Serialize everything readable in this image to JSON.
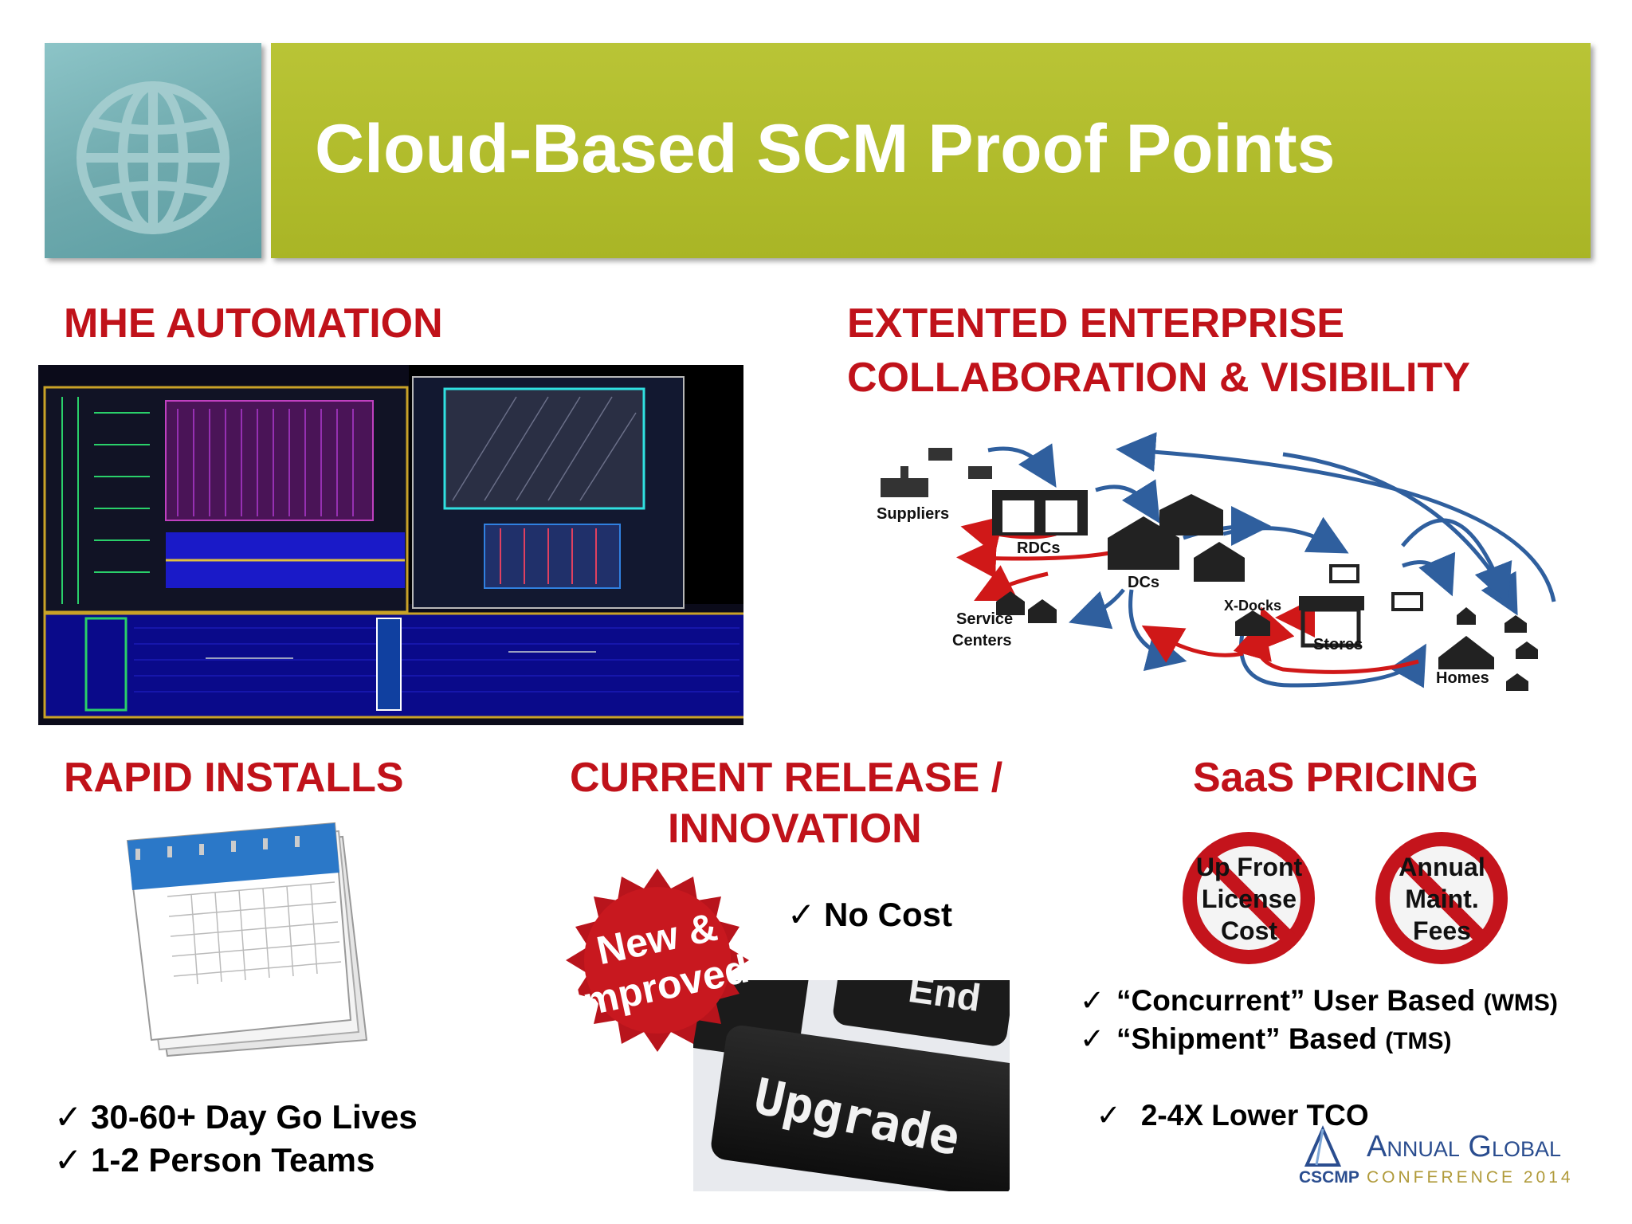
{
  "header": {
    "title": "Cloud-Based SCM Proof Points"
  },
  "sections": {
    "mhe": {
      "title": "MHE AUTOMATION"
    },
    "extended": {
      "title_line1": "EXTENTED ENTERPRISE",
      "title_line2": "COLLABORATION & VISIBILITY"
    },
    "rapid": {
      "title": "RAPID INSTALLS",
      "bullets": [
        "30-60+ Day Go Lives",
        "1-2 Person Teams"
      ]
    },
    "release": {
      "title_line1": "CURRENT RELEASE /",
      "title_line2": "INNOVATION",
      "bullet": "No Cost",
      "badge_line1": "New &",
      "badge_line2": "Improved!",
      "key_label": "Upgrade",
      "key_label2": "End"
    },
    "saas": {
      "title": "SaaS PRICING",
      "sign1": [
        "Up Front",
        "License",
        "Cost"
      ],
      "sign2": [
        "Annual",
        "Maint.",
        "Fees"
      ],
      "bullets": [
        {
          "main": "“Concurrent” User Based",
          "note": "(WMS)"
        },
        {
          "main": "“Shipment” Based",
          "note": "(TMS)"
        },
        {
          "main": " 2-4X Lower TCO",
          "note": ""
        }
      ]
    }
  },
  "network": {
    "labels": {
      "suppliers": "Suppliers",
      "rdcs": "RDCs",
      "dcs": "DCs",
      "service1": "Service",
      "service2": "Centers",
      "xdocks": "X-Docks",
      "stores": "Stores",
      "homes": "Homes"
    }
  },
  "logo": {
    "top": "Annual Global",
    "bottom_left": "CSCMP",
    "bottom_right": "CONFERENCE 2014"
  },
  "colors": {
    "accent_red": "#c0121a",
    "header_green": "#b0bb2b",
    "teal": "#6ea9ad",
    "arrow_blue": "#2f5f9e"
  },
  "icons": [
    "globe-icon",
    "check-icon",
    "calendar-icon",
    "no-sign-icon",
    "warehouse-icon",
    "factory-icon",
    "house-icon",
    "store-icon"
  ]
}
